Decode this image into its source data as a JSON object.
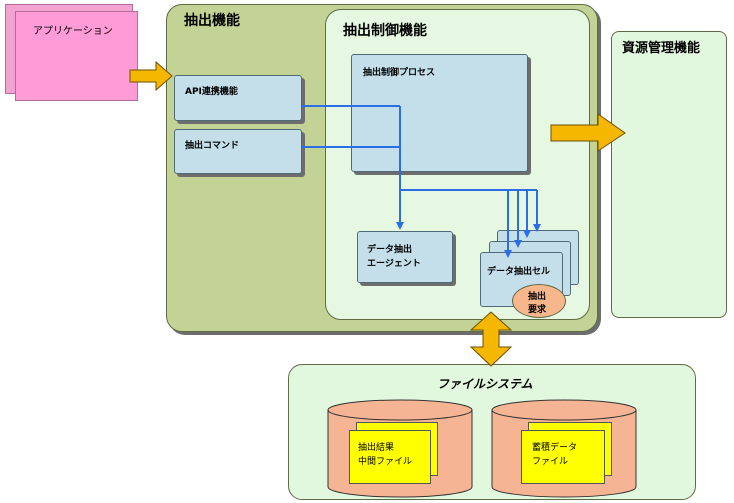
{
  "application": {
    "label": "アプリケーション"
  },
  "extraction": {
    "title": "抽出機能",
    "api": "API連携機能",
    "command": "抽出コマンド"
  },
  "control": {
    "title": "抽出制御機能",
    "process": "抽出制御プロセス",
    "agent_line1": "データ抽出",
    "agent_line2": "エージェント",
    "cell": "データ抽出セル",
    "request_line1": "抽出",
    "request_line2": "要求"
  },
  "resource": {
    "title": "資源管理機能"
  },
  "filesystem": {
    "title": "ファイルシステム",
    "left_line1": "抽出結果",
    "left_line2": "中間ファイル",
    "right_line1": "蓄積データ",
    "right_line2": "ファイル"
  },
  "colors": {
    "arrow_orange": "#f5b700",
    "flow_blue": "#2a6fe8",
    "cylinder": "#f5b595"
  }
}
